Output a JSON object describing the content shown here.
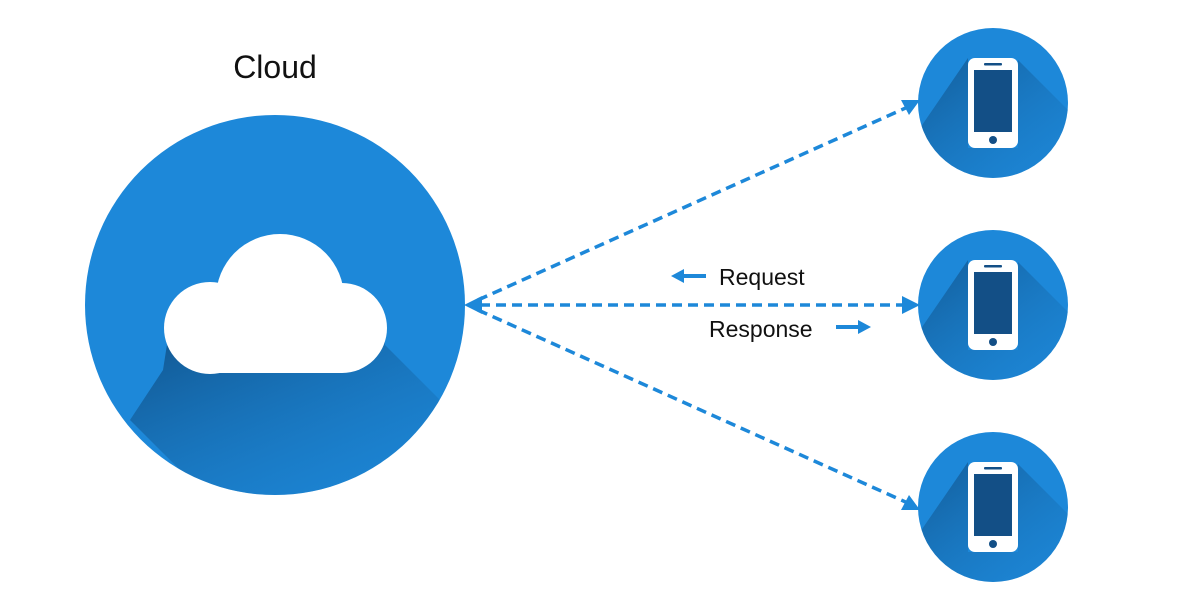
{
  "cloud": {
    "label": "Cloud",
    "icon": "cloud-icon"
  },
  "devices": [
    {
      "icon": "smartphone-icon"
    },
    {
      "icon": "smartphone-icon"
    },
    {
      "icon": "smartphone-icon"
    }
  ],
  "flow": {
    "request_label": "Request",
    "response_label": "Response"
  },
  "colors": {
    "circle": "#1d88d9",
    "shadow": "#0f4d82",
    "connector": "#1d88d9",
    "phone_screen": "#134f86",
    "phone_outline": "#ffffff",
    "cloud_fill": "#ffffff",
    "text": "#111111"
  }
}
